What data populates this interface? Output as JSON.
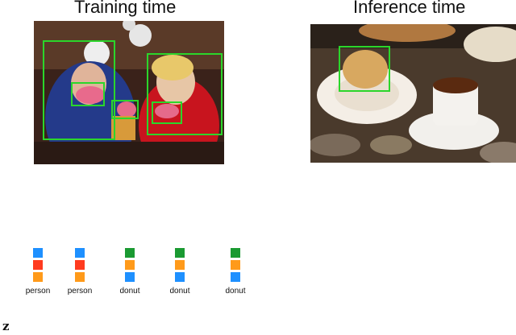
{
  "training": {
    "title": "Training time",
    "photo_description": "children-eating-donuts-photo",
    "boxes": [
      "person",
      "person",
      "donut",
      "donut",
      "donut"
    ]
  },
  "inference": {
    "title": "Inference time",
    "photo_description": "pastry-and-coffee-cup-photo",
    "boxes": [
      "pastry"
    ]
  },
  "codes": [
    {
      "label": "person",
      "colors": [
        "#1e90ff",
        "#ff3b1f",
        "#ff9a1a"
      ]
    },
    {
      "label": "person",
      "colors": [
        "#1e90ff",
        "#ff3b1f",
        "#ff9a1a"
      ]
    },
    {
      "label": "donut",
      "colors": [
        "#1a9a32",
        "#ff9a1a",
        "#1e90ff"
      ]
    },
    {
      "label": "donut",
      "colors": [
        "#1a9a32",
        "#ff9a1a",
        "#1e90ff"
      ]
    },
    {
      "label": "donut",
      "colors": [
        "#1a9a32",
        "#ff9a1a",
        "#1e90ff"
      ]
    }
  ],
  "z_symbol": "z",
  "box_color": "#2bd62b"
}
